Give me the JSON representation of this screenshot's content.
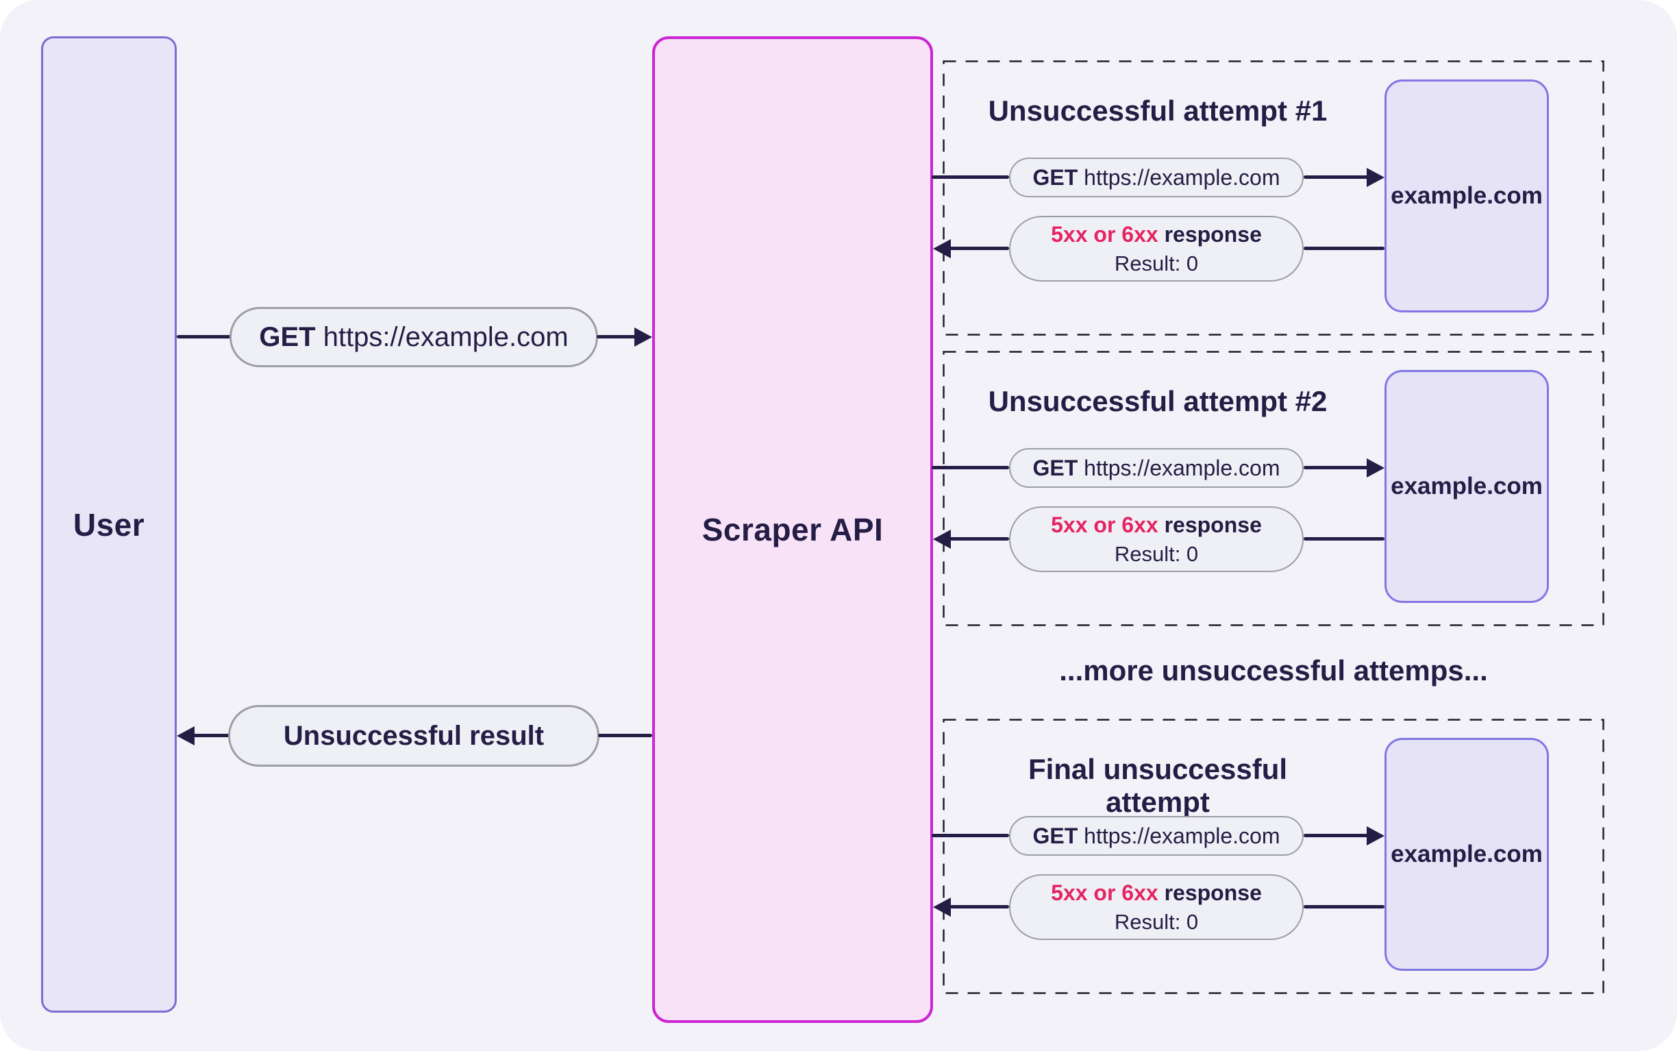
{
  "colors": {
    "background": "#f2f2f8",
    "text_navy": "#241d45",
    "user_fill": "#e8e5f6",
    "user_border": "#7a6dd3",
    "scraper_fill": "#f7e2f8",
    "scraper_border": "#cd24d4",
    "target_fill": "#e6e3f6",
    "target_border": "#8176e3",
    "pill_fill": "#eff0f5",
    "pill_border": "#9d9da5",
    "status_highlight": "#e52462",
    "dashed_border": "#20202e"
  },
  "user": {
    "label": "User"
  },
  "scraper": {
    "label": "Scraper API"
  },
  "main_flow": {
    "request": {
      "method": "GET",
      "url": " https://example.com"
    },
    "result": {
      "label": "Unsuccessful result"
    }
  },
  "more_label": "...more unsuccessful attemps...",
  "attempts": [
    {
      "title": "Unsuccessful attempt #1",
      "request": {
        "method": "GET",
        "url": " https://example.com"
      },
      "response": {
        "highlight": "5xx or 6xx",
        "rest": " response",
        "result": "Result: 0"
      },
      "target": {
        "label": "example.com"
      }
    },
    {
      "title": "Unsuccessful attempt #2",
      "request": {
        "method": "GET",
        "url": " https://example.com"
      },
      "response": {
        "highlight": "5xx or 6xx",
        "rest": " response",
        "result": "Result: 0"
      },
      "target": {
        "label": "example.com"
      }
    },
    {
      "title": "Final unsuccessful attempt",
      "request": {
        "method": "GET",
        "url": " https://example.com"
      },
      "response": {
        "highlight": "5xx or 6xx",
        "rest": " response",
        "result": "Result: 0"
      },
      "target": {
        "label": "example.com"
      }
    }
  ]
}
